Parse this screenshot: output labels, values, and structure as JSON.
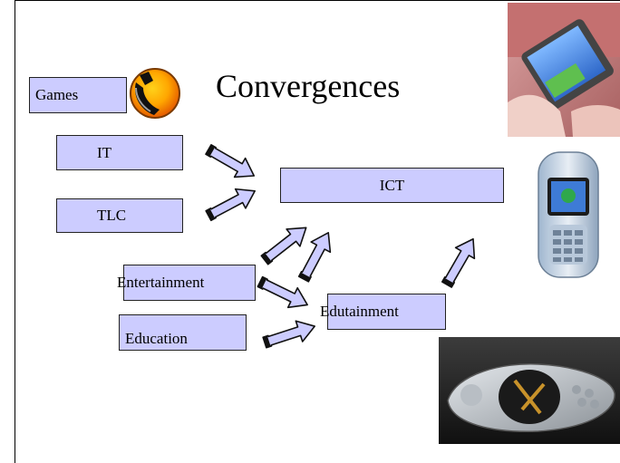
{
  "slide": {
    "title": "Convergences",
    "boxes": {
      "games": "Games",
      "it": "IT",
      "tlc": "TLC",
      "ict": "ICT",
      "entertainment": "Entertainment",
      "education": "Education",
      "edutainment": "Edutainment"
    },
    "colors": {
      "box_fill": "#ccccff",
      "arrow_fill": "#ccccff",
      "border": "#222222"
    },
    "images": [
      "pda-photo",
      "mobile-phone-photo",
      "gaming-phone-photo",
      "orange-phone-logo-icon"
    ]
  }
}
